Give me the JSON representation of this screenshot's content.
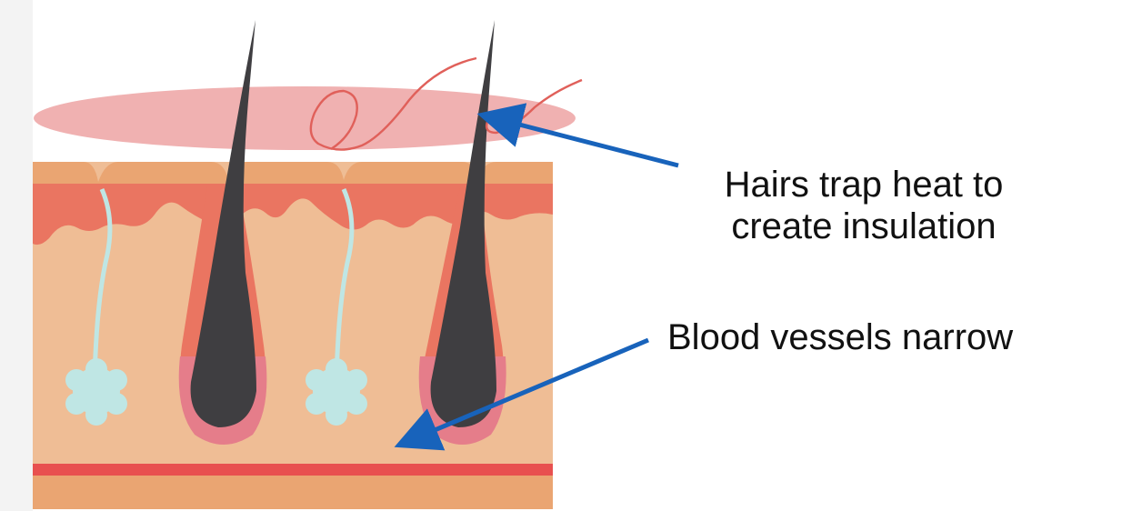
{
  "labels": {
    "hairs_line1": "Hairs trap heat to",
    "hairs_line2": "create insulation",
    "blood": "Blood vessels narrow"
  },
  "colors": {
    "skin_base": "#efbd95",
    "epidermis_top": "#eaa572",
    "dermis_red": "#ea7561",
    "warm_air": "#f0b1b1",
    "hair": "#3f3e41",
    "follicle_pink": "#e57d8a",
    "sweat_gland": "#bfe6e4",
    "artery_line": "#e8504f",
    "arrow_blue": "#1863bb",
    "curl_line": "#e0605a"
  },
  "icons": {
    "hair_strands": "hair-icon",
    "sweat_glands": "gland-icon",
    "arrows": "arrow-icon"
  }
}
